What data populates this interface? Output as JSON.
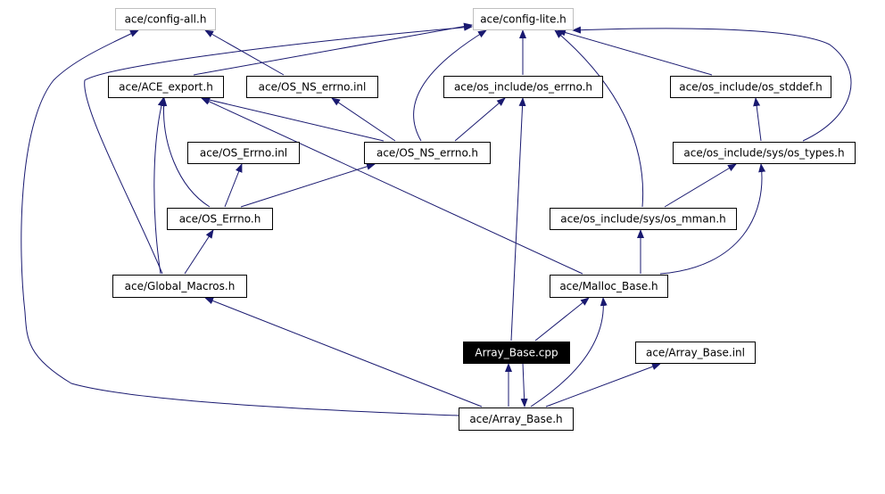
{
  "graph": {
    "nodes": {
      "config_all": {
        "label": "ace/config-all.h",
        "style": "gray"
      },
      "config_lite": {
        "label": "ace/config-lite.h",
        "style": "gray"
      },
      "ace_export": {
        "label": "ace/ACE_export.h",
        "style": "normal"
      },
      "os_ns_errno_inl": {
        "label": "ace/OS_NS_errno.inl",
        "style": "normal"
      },
      "os_errno_include": {
        "label": "ace/os_include/os_errno.h",
        "style": "normal"
      },
      "os_stddef": {
        "label": "ace/os_include/os_stddef.h",
        "style": "normal"
      },
      "os_errno_inl": {
        "label": "ace/OS_Errno.inl",
        "style": "normal"
      },
      "os_ns_errno_h": {
        "label": "ace/OS_NS_errno.h",
        "style": "normal"
      },
      "os_types": {
        "label": "ace/os_include/sys/os_types.h",
        "style": "normal"
      },
      "os_errno_h": {
        "label": "ace/OS_Errno.h",
        "style": "normal"
      },
      "os_mman": {
        "label": "ace/os_include/sys/os_mman.h",
        "style": "normal"
      },
      "global_macros": {
        "label": "ace/Global_Macros.h",
        "style": "normal"
      },
      "malloc_base": {
        "label": "ace/Malloc_Base.h",
        "style": "normal"
      },
      "array_base_cpp": {
        "label": "Array_Base.cpp",
        "style": "highlight"
      },
      "array_base_inl": {
        "label": "ace/Array_Base.inl",
        "style": "normal"
      },
      "array_base_h": {
        "label": "ace/Array_Base.h",
        "style": "normal"
      }
    },
    "edges": [
      [
        "os_ns_errno_inl",
        "config_all"
      ],
      [
        "ace_export",
        "config_lite"
      ],
      [
        "os_errno_include",
        "config_lite"
      ],
      [
        "os_stddef",
        "config_lite"
      ],
      [
        "os_types",
        "config_lite"
      ],
      [
        "os_ns_errno_h",
        "config_lite"
      ],
      [
        "os_mman",
        "config_lite"
      ],
      [
        "global_macros",
        "config_lite"
      ],
      [
        "array_base_h",
        "config_all"
      ],
      [
        "os_ns_errno_h",
        "os_ns_errno_inl"
      ],
      [
        "os_ns_errno_h",
        "os_errno_include"
      ],
      [
        "os_ns_errno_h",
        "ace_export"
      ],
      [
        "os_errno_h",
        "os_errno_inl"
      ],
      [
        "os_errno_h",
        "os_ns_errno_h"
      ],
      [
        "os_errno_h",
        "ace_export"
      ],
      [
        "os_types",
        "os_stddef"
      ],
      [
        "os_mman",
        "os_types"
      ],
      [
        "global_macros",
        "os_errno_h"
      ],
      [
        "global_macros",
        "ace_export"
      ],
      [
        "malloc_base",
        "os_mman"
      ],
      [
        "malloc_base",
        "os_types"
      ],
      [
        "malloc_base",
        "ace_export"
      ],
      [
        "array_base_cpp",
        "malloc_base"
      ],
      [
        "array_base_cpp",
        "os_errno_include"
      ],
      [
        "array_base_cpp",
        "array_base_h"
      ],
      [
        "array_base_h",
        "array_base_cpp"
      ],
      [
        "array_base_h",
        "global_macros"
      ],
      [
        "array_base_h",
        "malloc_base"
      ],
      [
        "array_base_h",
        "array_base_inl"
      ]
    ]
  },
  "colors": {
    "edge": "#191970",
    "node_border": "#000000",
    "node_border_gray": "#bfbfbf",
    "highlight_fill": "#000000",
    "highlight_text": "#ffffff",
    "text": "#000000"
  }
}
